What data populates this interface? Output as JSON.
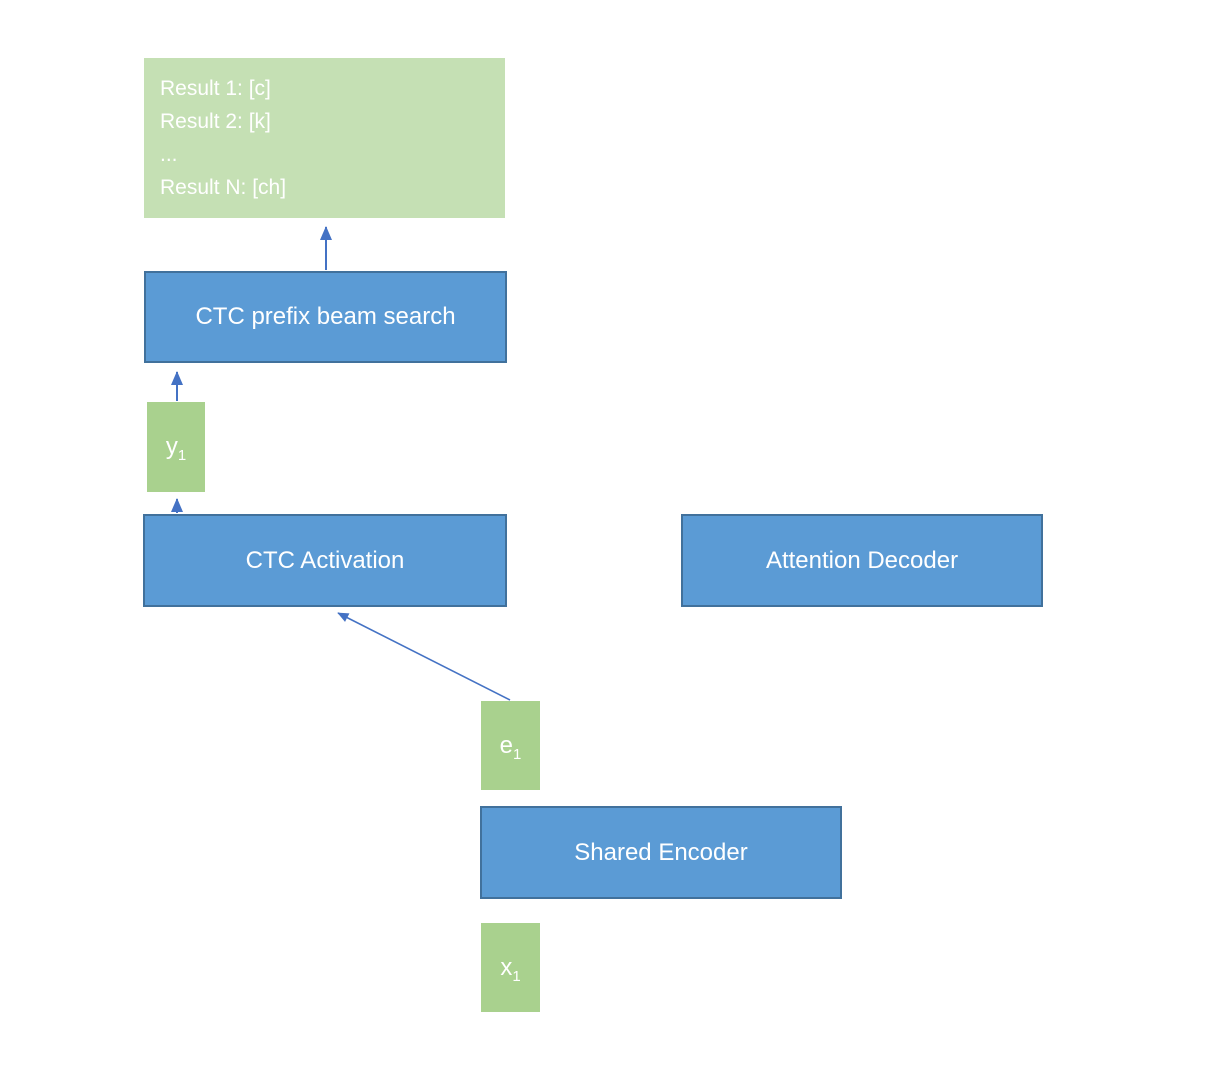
{
  "diagram": {
    "title": "CTC prefix beam search decoding diagram",
    "colors": {
      "light_green_fill": "#c5e0b4",
      "green_fill": "#a9d18e",
      "blue_fill": "#5b9bd5",
      "blue_border": "#41719c",
      "arrow": "#4472c4",
      "text": "#ffffff",
      "background": "#ffffff"
    },
    "results_box": {
      "lines": [
        "Result 1: [c]",
        "Result 2: [k]",
        "...",
        "Result N: [ch]"
      ]
    },
    "nodes": {
      "ctc_prefix_beam_search": {
        "label": "CTC prefix beam search"
      },
      "ctc_activation": {
        "label": "CTC Activation"
      },
      "attention_decoder": {
        "label": "Attention Decoder"
      },
      "shared_encoder": {
        "label": "Shared Encoder"
      },
      "y1": {
        "main": "y",
        "sub": "1"
      },
      "e1": {
        "main": "e",
        "sub": "1"
      },
      "x1": {
        "main": "x",
        "sub": "1"
      }
    },
    "connections": [
      {
        "from": "ctc_prefix_beam_search",
        "to": "results_box"
      },
      {
        "from": "y1",
        "to": "ctc_prefix_beam_search"
      },
      {
        "from": "ctc_activation",
        "to": "y1"
      },
      {
        "from": "e1",
        "to": "ctc_activation"
      }
    ]
  }
}
